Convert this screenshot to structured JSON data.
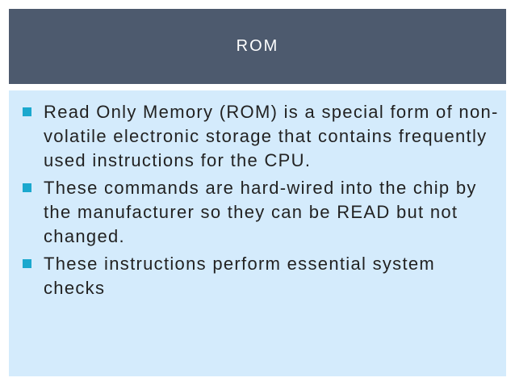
{
  "slide": {
    "title": "ROM",
    "bullets": [
      "Read Only Memory (ROM) is a special form of non-volatile electronic storage that contains frequently used instructions for the CPU.",
      "These commands are hard-wired into the chip by the manufacturer so they can be READ but not changed.",
      "These instructions perform essential system checks"
    ]
  },
  "colors": {
    "title_background": "#4d5a6e",
    "title_text": "#ffffff",
    "content_background": "#d4ebfc",
    "bullet_marker": "#1ba8ce",
    "body_text": "#222222"
  }
}
